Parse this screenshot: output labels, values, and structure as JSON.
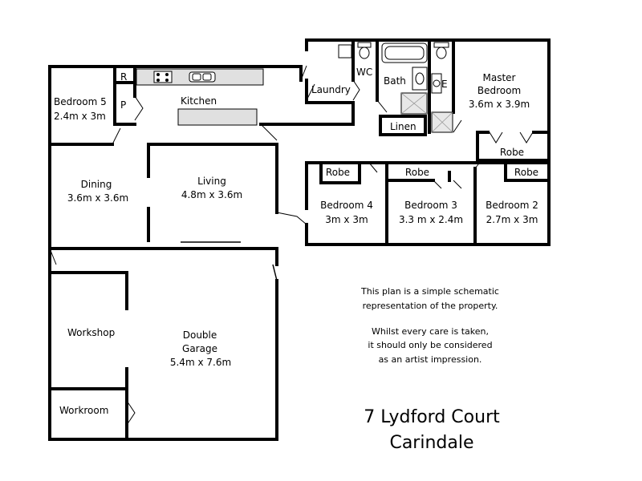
{
  "rooms": {
    "bedroom5": {
      "name": "Bedroom 5",
      "size": "2.4m x 3m"
    },
    "r": "R",
    "p": "P",
    "kitchen": "Kitchen",
    "laundry": "Laundry",
    "wc": "WC",
    "bath": "Bath",
    "e": "E",
    "linen": "Linen",
    "master": {
      "name1": "Master",
      "name2": "Bedroom",
      "size": "3.6m x 3.9m"
    },
    "robe_master": "Robe",
    "dining": {
      "name": "Dining",
      "size": "3.6m x 3.6m"
    },
    "living": {
      "name": "Living",
      "size": "4.8m x 3.6m"
    },
    "bedroom4": {
      "name": "Bedroom 4",
      "size": "3m x 3m",
      "robe": "Robe"
    },
    "bedroom3": {
      "name": "Bedroom 3",
      "size": "3.3 m x 2.4m",
      "robe": "Robe"
    },
    "bedroom2": {
      "name": "Bedroom 2",
      "size": "2.7m x 3m",
      "robe": "Robe"
    },
    "workshop": "Workshop",
    "garage": {
      "name1": "Double",
      "name2": "Garage",
      "size": "5.4m x 7.6m"
    },
    "workroom": "Workroom"
  },
  "disclaimer": {
    "line1": "This plan is a simple schematic",
    "line2": "representation of the property.",
    "line3": "Whilst every care is taken,",
    "line4": "it should only be considered",
    "line5": "as an artist impression."
  },
  "address": {
    "street": "7 Lydford Court",
    "suburb": "Carindale"
  }
}
